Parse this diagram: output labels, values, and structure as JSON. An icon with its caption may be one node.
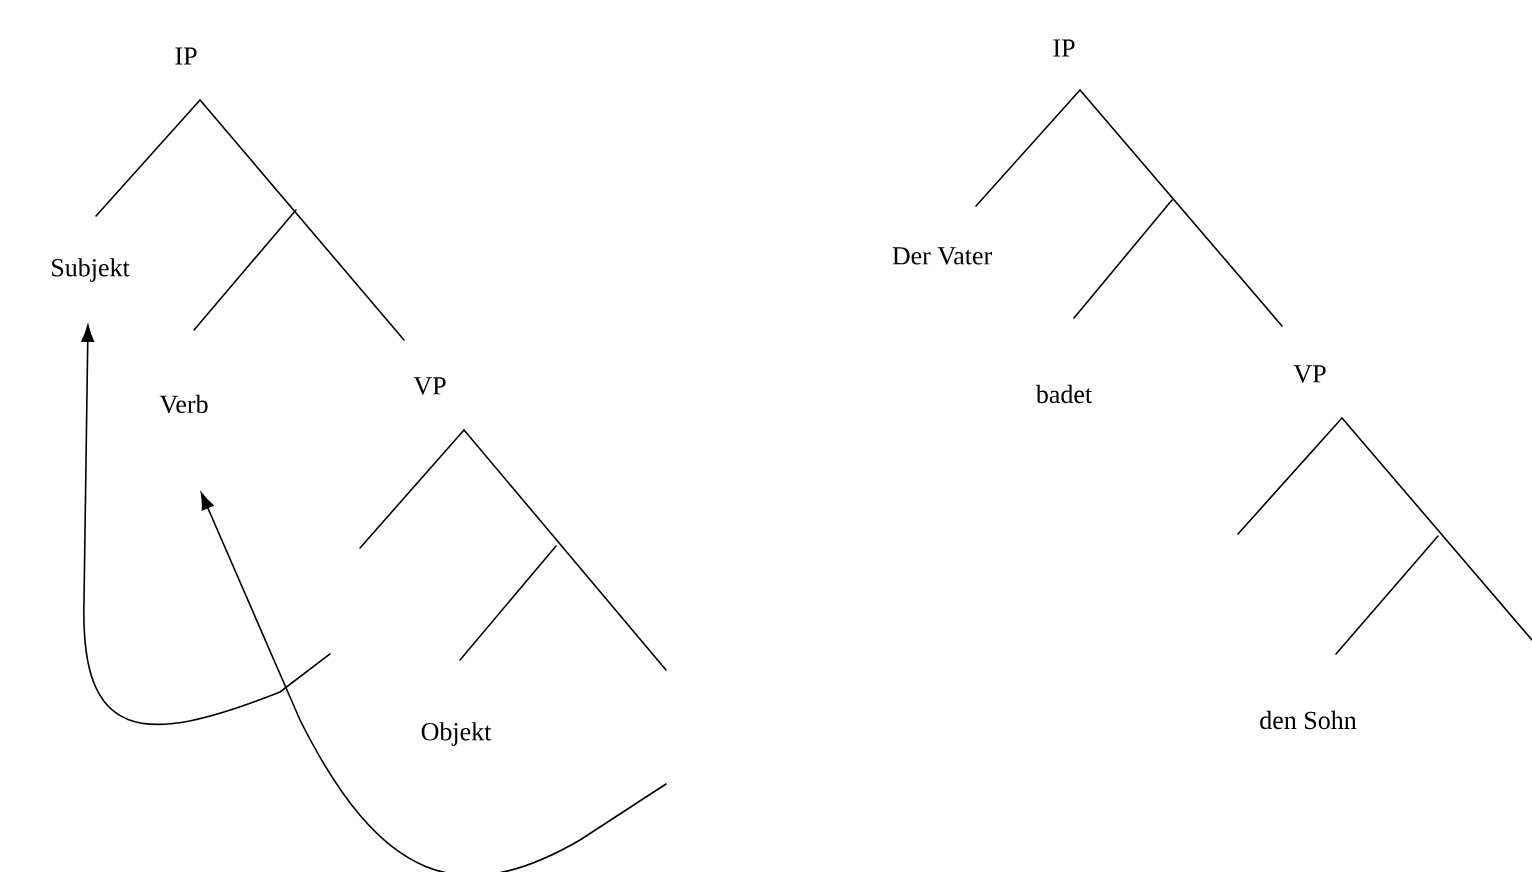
{
  "diagram": {
    "nodes": [
      {
        "text": [
          "IP"
        ]
      },
      {
        "text": [
          "Subjekt"
        ]
      },
      {
        "text": [
          "Verb"
        ]
      },
      {
        "text": [
          "VP"
        ]
      },
      {
        "text": [
          "Objekt"
        ]
      },
      {
        "text": [
          "IP"
        ]
      },
      {
        "text": [
          "Der Vater"
        ]
      },
      {
        "text": [
          "badet"
        ]
      },
      {
        "text": [
          "VP"
        ]
      },
      {
        "text": [
          "den Sohn"
        ]
      }
    ],
    "edges": [
      {
        "from": 0,
        "to": 1,
        "arrow": "none"
      },
      {
        "from": 0,
        "to": 3,
        "arrow": "none"
      },
      {
        "from": null,
        "to": 2,
        "arrow": "none"
      },
      {
        "from": 3,
        "to": null,
        "arrow": "none"
      },
      {
        "from": 3,
        "to": null,
        "arrow": "none"
      },
      {
        "from": null,
        "to": 4,
        "arrow": "none"
      },
      {
        "from": null,
        "to": 1,
        "arrow": "to"
      },
      {
        "from": null,
        "to": 2,
        "arrow": "to"
      },
      {
        "from": 5,
        "to": 6,
        "arrow": "none"
      },
      {
        "from": 5,
        "to": 8,
        "arrow": "none"
      },
      {
        "from": null,
        "to": 7,
        "arrow": "none"
      },
      {
        "from": 8,
        "to": null,
        "arrow": "none"
      },
      {
        "from": 8,
        "to": null,
        "arrow": "none"
      },
      {
        "from": null,
        "to": 9,
        "arrow": "none"
      }
    ]
  }
}
